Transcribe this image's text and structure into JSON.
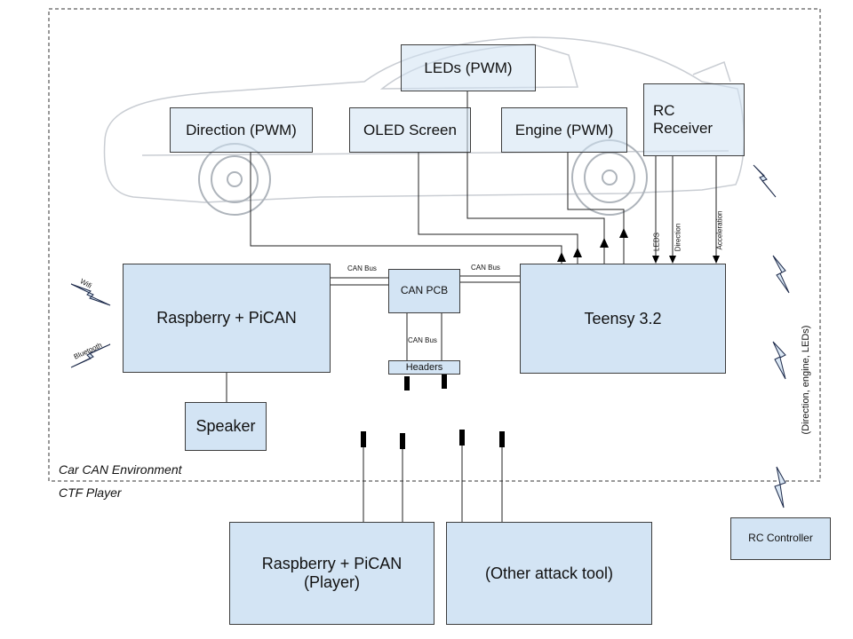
{
  "env": {
    "car_label": "Car CAN Environment",
    "player_label": "CTF Player"
  },
  "peripherals": {
    "leds": "LEDs (PWM)",
    "direction": "Direction (PWM)",
    "oled": "OLED Screen",
    "engine": "Engine (PWM)",
    "rc_receiver": "RC Receiver"
  },
  "modules": {
    "raspberry": "Raspberry + PiCAN",
    "can_pcb": "CAN PCB",
    "headers": "Headers",
    "teensy": "Teensy 3.2",
    "speaker": "Speaker",
    "player_raspberry_line1": "Raspberry + PiCAN",
    "player_raspberry_line2": "(Player)",
    "other_tool": "(Other attack tool)",
    "rc_controller": "RC Controller"
  },
  "links": {
    "can_bus_left": "CAN Bus",
    "can_bus_right": "CAN Bus",
    "can_bus_vertical": "CAN Bus",
    "leds": "LEDS",
    "direction": "Direction",
    "acceleration": "Acceleration",
    "wifi": "Wifi",
    "bluetooth": "Bluetooth",
    "rc_signal": "(Direction, engine, LEDs)"
  },
  "icons": [
    "car-sketch",
    "lightning-icon",
    "arrow-up-icon",
    "arrow-down-icon",
    "connector-icon"
  ]
}
